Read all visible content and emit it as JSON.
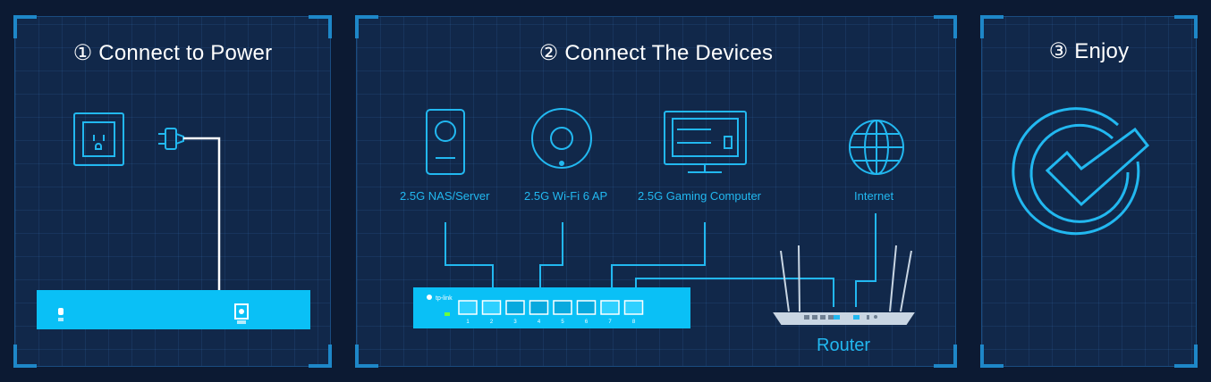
{
  "steps": {
    "power": {
      "title": "① Connect to Power"
    },
    "devices": {
      "title": "② Connect The Devices",
      "device_labels": [
        "2.5G NAS/Server",
        "2.5G Wi-Fi 6 AP",
        "2.5G Gaming Computer",
        "Internet"
      ],
      "router_label": "Router",
      "switch_brand": "tp-link",
      "port_numbers": [
        "1",
        "2",
        "3",
        "4",
        "5",
        "6",
        "7",
        "8"
      ]
    },
    "enjoy": {
      "title": "③ Enjoy"
    }
  },
  "colors": {
    "background": "#0c1a33",
    "panel": "#11284a",
    "accent": "#22b8f0",
    "switch_body": "#0ac0f6",
    "text": "#ffffff"
  },
  "icons": [
    "power-outlet-icon",
    "power-plug-icon",
    "nas-server-icon",
    "wifi-ap-icon",
    "computer-icon",
    "globe-icon",
    "router-icon",
    "checkmark-icon"
  ]
}
